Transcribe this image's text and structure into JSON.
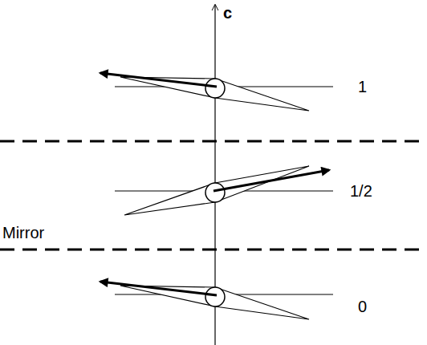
{
  "diagram": {
    "labels": [
      "c",
      "1",
      "1/2",
      "Mirror",
      "0"
    ]
  }
}
